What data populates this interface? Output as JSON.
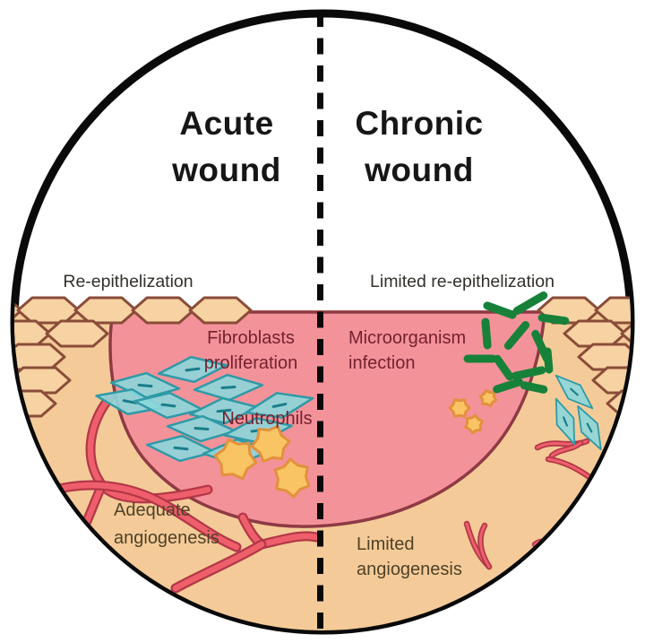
{
  "left": {
    "title": [
      "Acute",
      "wound"
    ],
    "labels": {
      "reepithelization": "Re-epithelization",
      "fibroblasts": [
        "Fibroblasts",
        "proliferation"
      ],
      "neutrophils": "Neutrophils",
      "angiogenesis": [
        "Adequate",
        "angiogenesis"
      ]
    }
  },
  "right": {
    "title": [
      "Chronic",
      "wound"
    ],
    "labels": {
      "reepithelization": "Limited re-epithelization",
      "microorganism": [
        "Microorganism",
        "infection"
      ],
      "angiogenesis": [
        "Limited",
        "angiogenesis"
      ]
    }
  },
  "colors": {
    "background": "#ffffff",
    "circle_border": "#0a0a0a",
    "divider": "#0a0a0a",
    "skin": "#f4cb98",
    "hexagon_fill": "#f7d2a2",
    "hexagon_stroke": "#8a4c39",
    "wound_fill": "#f4929a",
    "wound_stroke": "#8e3a44",
    "vessel_core": "#ef5f6b",
    "vessel_outline": "#b23848",
    "fibroblast_fill": "#8cd7dc",
    "fibroblast_stroke": "#2f9aa6",
    "fibroblast_nucleus": "#1a7e8a",
    "neutrophil_fill": "#f9c564",
    "neutrophil_stroke": "#e2913d",
    "bacteria": "#17813a",
    "title_text": "#161616",
    "label_dark": "#33302b",
    "label_maroon": "#73222e",
    "label_olive": "#4f4228"
  }
}
